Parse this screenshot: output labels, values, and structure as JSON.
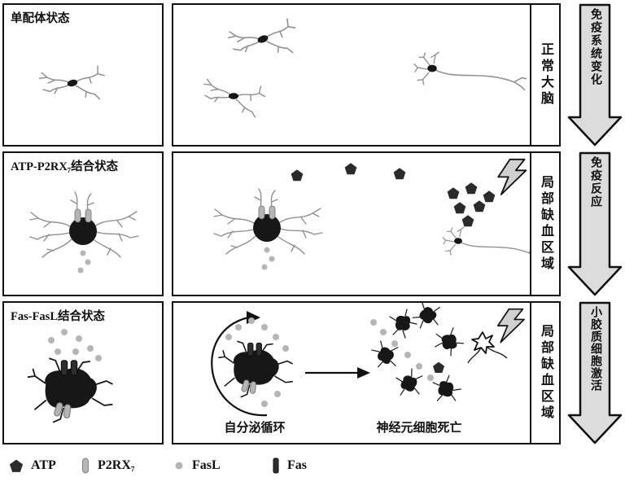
{
  "figure": {
    "rows": [
      {
        "left_title": "单配体状态",
        "side_label": "正常大脑",
        "arrow_label": "免疫系统变化"
      },
      {
        "left_title": "ATP-P2RX₇结合状态",
        "side_label": "局部缺血区域",
        "arrow_label": "免疫反应"
      },
      {
        "left_title": "Fas-FasL结合状态",
        "side_label": "局部缺血区域",
        "arrow_label": "小胶质细胞激活",
        "captions": {
          "autocrine": "自分泌循环",
          "death": "神经元细胞死亡"
        }
      }
    ],
    "legend": [
      {
        "icon": "atp-pentagon-icon",
        "label": "ATP"
      },
      {
        "icon": "p2rx7-capsule-icon",
        "label": "P2RX₇"
      },
      {
        "icon": "fasl-dot-icon",
        "label": "FasL"
      },
      {
        "icon": "fas-bar-icon",
        "label": "Fas"
      }
    ],
    "colors": {
      "ink": "#171717",
      "branch_gray": "#909090",
      "ligand_gray": "#b5b5b5",
      "arrow_fill": "#dcdcdc",
      "bolt_fill": "#d0d0d0",
      "panel_bg": "#ffffff"
    }
  }
}
